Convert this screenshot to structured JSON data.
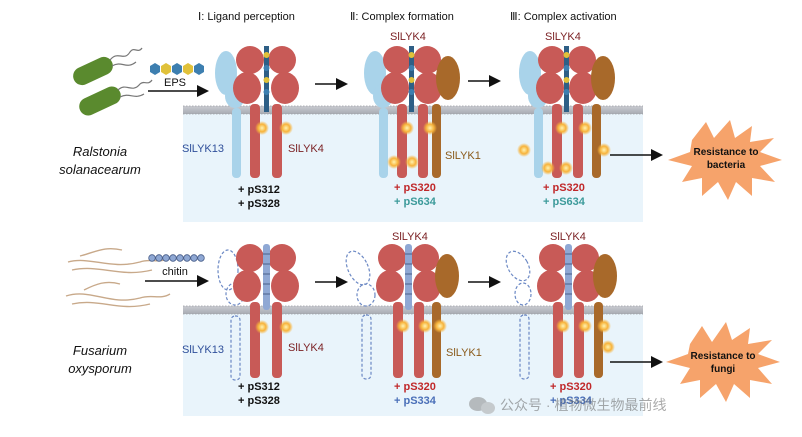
{
  "headers": {
    "stage1": "Ⅰ: Ligand perception",
    "stage2": "Ⅱ: Complex formation",
    "stage3": "Ⅲ: Complex activation"
  },
  "top": {
    "pathogen": [
      "Ralstonia",
      "solanacearum"
    ],
    "ligand": "EPS",
    "receptor_left": "SlLYK13",
    "receptor_right": "SlLYK4",
    "coreceptor": "SlLYK1",
    "complex_label_2": "SlLYK4",
    "complex_label_3": "SlLYK4",
    "sites_1": [
      "+ pS312",
      "+ pS328"
    ],
    "sites_2": [
      "+ pS320",
      "+ pS634"
    ],
    "sites_3": [
      "+ pS320",
      "+ pS634"
    ],
    "outcome": [
      "Resistance to",
      "bacteria"
    ]
  },
  "bottom": {
    "pathogen": [
      "Fusarium",
      "oxysporum"
    ],
    "ligand": "chitin",
    "receptor_left": "SlLYK13",
    "receptor_right": "SlLYK4",
    "coreceptor": "SlLYK1",
    "complex_label_2": "SlLYK4",
    "complex_label_3": "SlLYK4",
    "sites_1": [
      "+ pS312",
      "+ pS328"
    ],
    "sites_2": [
      "+ pS320",
      "+ pS334"
    ],
    "sites_3": [
      "+ pS320",
      "+ pS334"
    ],
    "outcome": [
      "Resistance to",
      "fungi"
    ]
  },
  "watermark": "公众号 · 植物微生物最前线",
  "colors": {
    "lyk4": "#c85a57",
    "lyk13": "#a9d3ea",
    "lyk1": "#a8692a",
    "membrane": "#b9bcc3",
    "cytoplasm": "#e9f4fb",
    "burst": "#f6a36b",
    "site_red": "#c0282a",
    "site_teal": "#3c9a9a",
    "site_blue": "#4a6fb8",
    "label_lyk4": "#7a1f22",
    "label_lyk13": "#2f4f9a",
    "label_lyk1": "#8a5a1a"
  }
}
